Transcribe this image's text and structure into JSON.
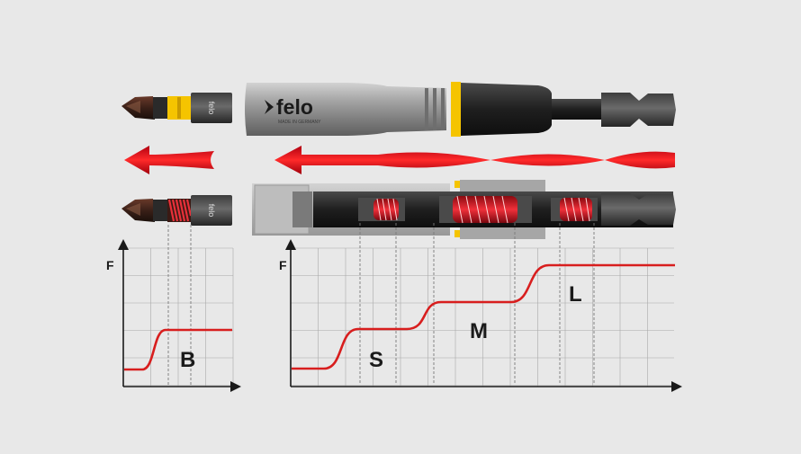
{
  "brand": {
    "name": "felo",
    "tagline": "MADE IN GERMANY",
    "bit_marking": "felo"
  },
  "colors": {
    "background": "#e8e8e8",
    "grid": "#9a9a9a",
    "curve": "#d81e1e",
    "arrow": "#d8101a",
    "spring": "#e3202a",
    "accent": "#f5c400",
    "metal": "#8e8e8e",
    "dark": "#1c1c1c"
  },
  "chart_small": {
    "axis_label": "F",
    "region_label": "B"
  },
  "chart_large": {
    "axis_label": "F",
    "region_labels": [
      "S",
      "M",
      "L"
    ]
  }
}
